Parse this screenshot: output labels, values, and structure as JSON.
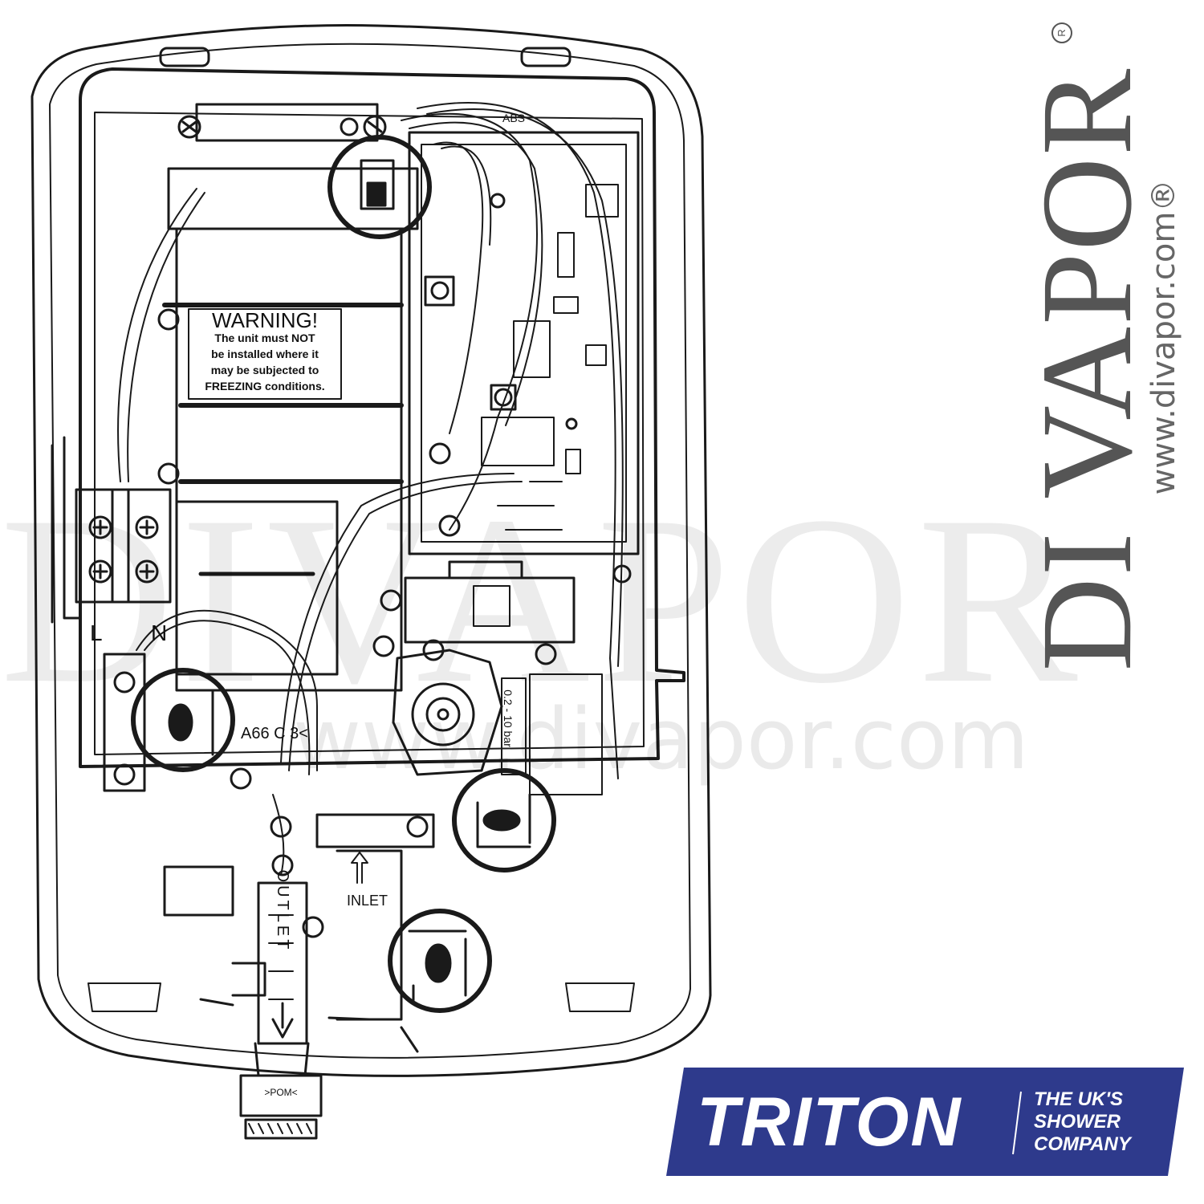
{
  "diagram": {
    "warning": {
      "title": "WARNING!",
      "lines": [
        "The unit must NOT",
        "be installed where it",
        "may be subjected to",
        "FREEZING conditions."
      ]
    },
    "terminal_labels": {
      "live": "L",
      "neutral": "N"
    },
    "part_code": "A66 C 3<",
    "abs_mark": "ABS",
    "inlet_label": "INLET",
    "outlet_label": "OUTLET",
    "pressure_label": "0.2 - 10 bar",
    "pom_label": ">POM<"
  },
  "watermark": {
    "large_text": "DIVAPOR",
    "small_text": "www.divapor.com"
  },
  "brand": {
    "name": "DI VAPOR",
    "registered_mark": "R",
    "url": "www.divapor.com®"
  },
  "triton_logo": {
    "name": "TRITON",
    "tagline": [
      "THE UK'S",
      "SHOWER",
      "COMPANY"
    ],
    "colors": {
      "badge": "#2e3a8c",
      "text": "#ffffff"
    }
  },
  "colors": {
    "line": "#1a1a1a",
    "brand_text": "#555555"
  }
}
